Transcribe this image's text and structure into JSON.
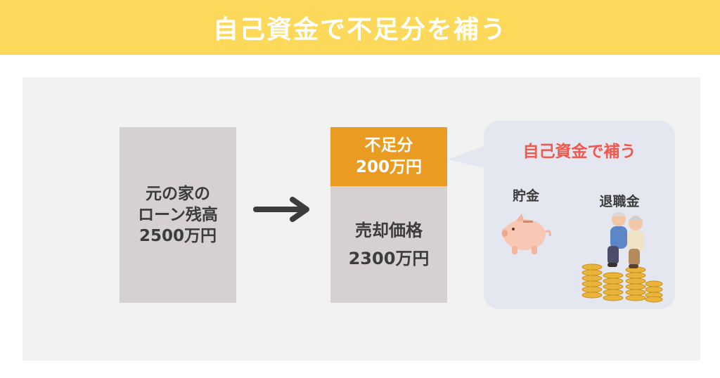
{
  "title": "自己資金で不足分を補う",
  "left_box": {
    "text": "元の家の\nローン残高\n2500万円"
  },
  "shortfall": {
    "label": "不足分",
    "amount": "200万円"
  },
  "sale": {
    "label": "売却価格",
    "amount": "2300万円"
  },
  "bubble": {
    "title": "自己資金で補う",
    "savings_label": "貯金",
    "retirement_label": "退職金"
  },
  "icons": {
    "arrow": "arrow-right-icon",
    "savings": "piggy-bank-icon",
    "retirement": "senior-couple-on-coins-icon"
  },
  "colors": {
    "title_bar": "#fcd95a",
    "panel": "#f2f2f2",
    "box": "#d6d0d0",
    "shortfall": "#e99c21",
    "bubble": "#e4e7ef",
    "accent_text": "#f0584e"
  }
}
